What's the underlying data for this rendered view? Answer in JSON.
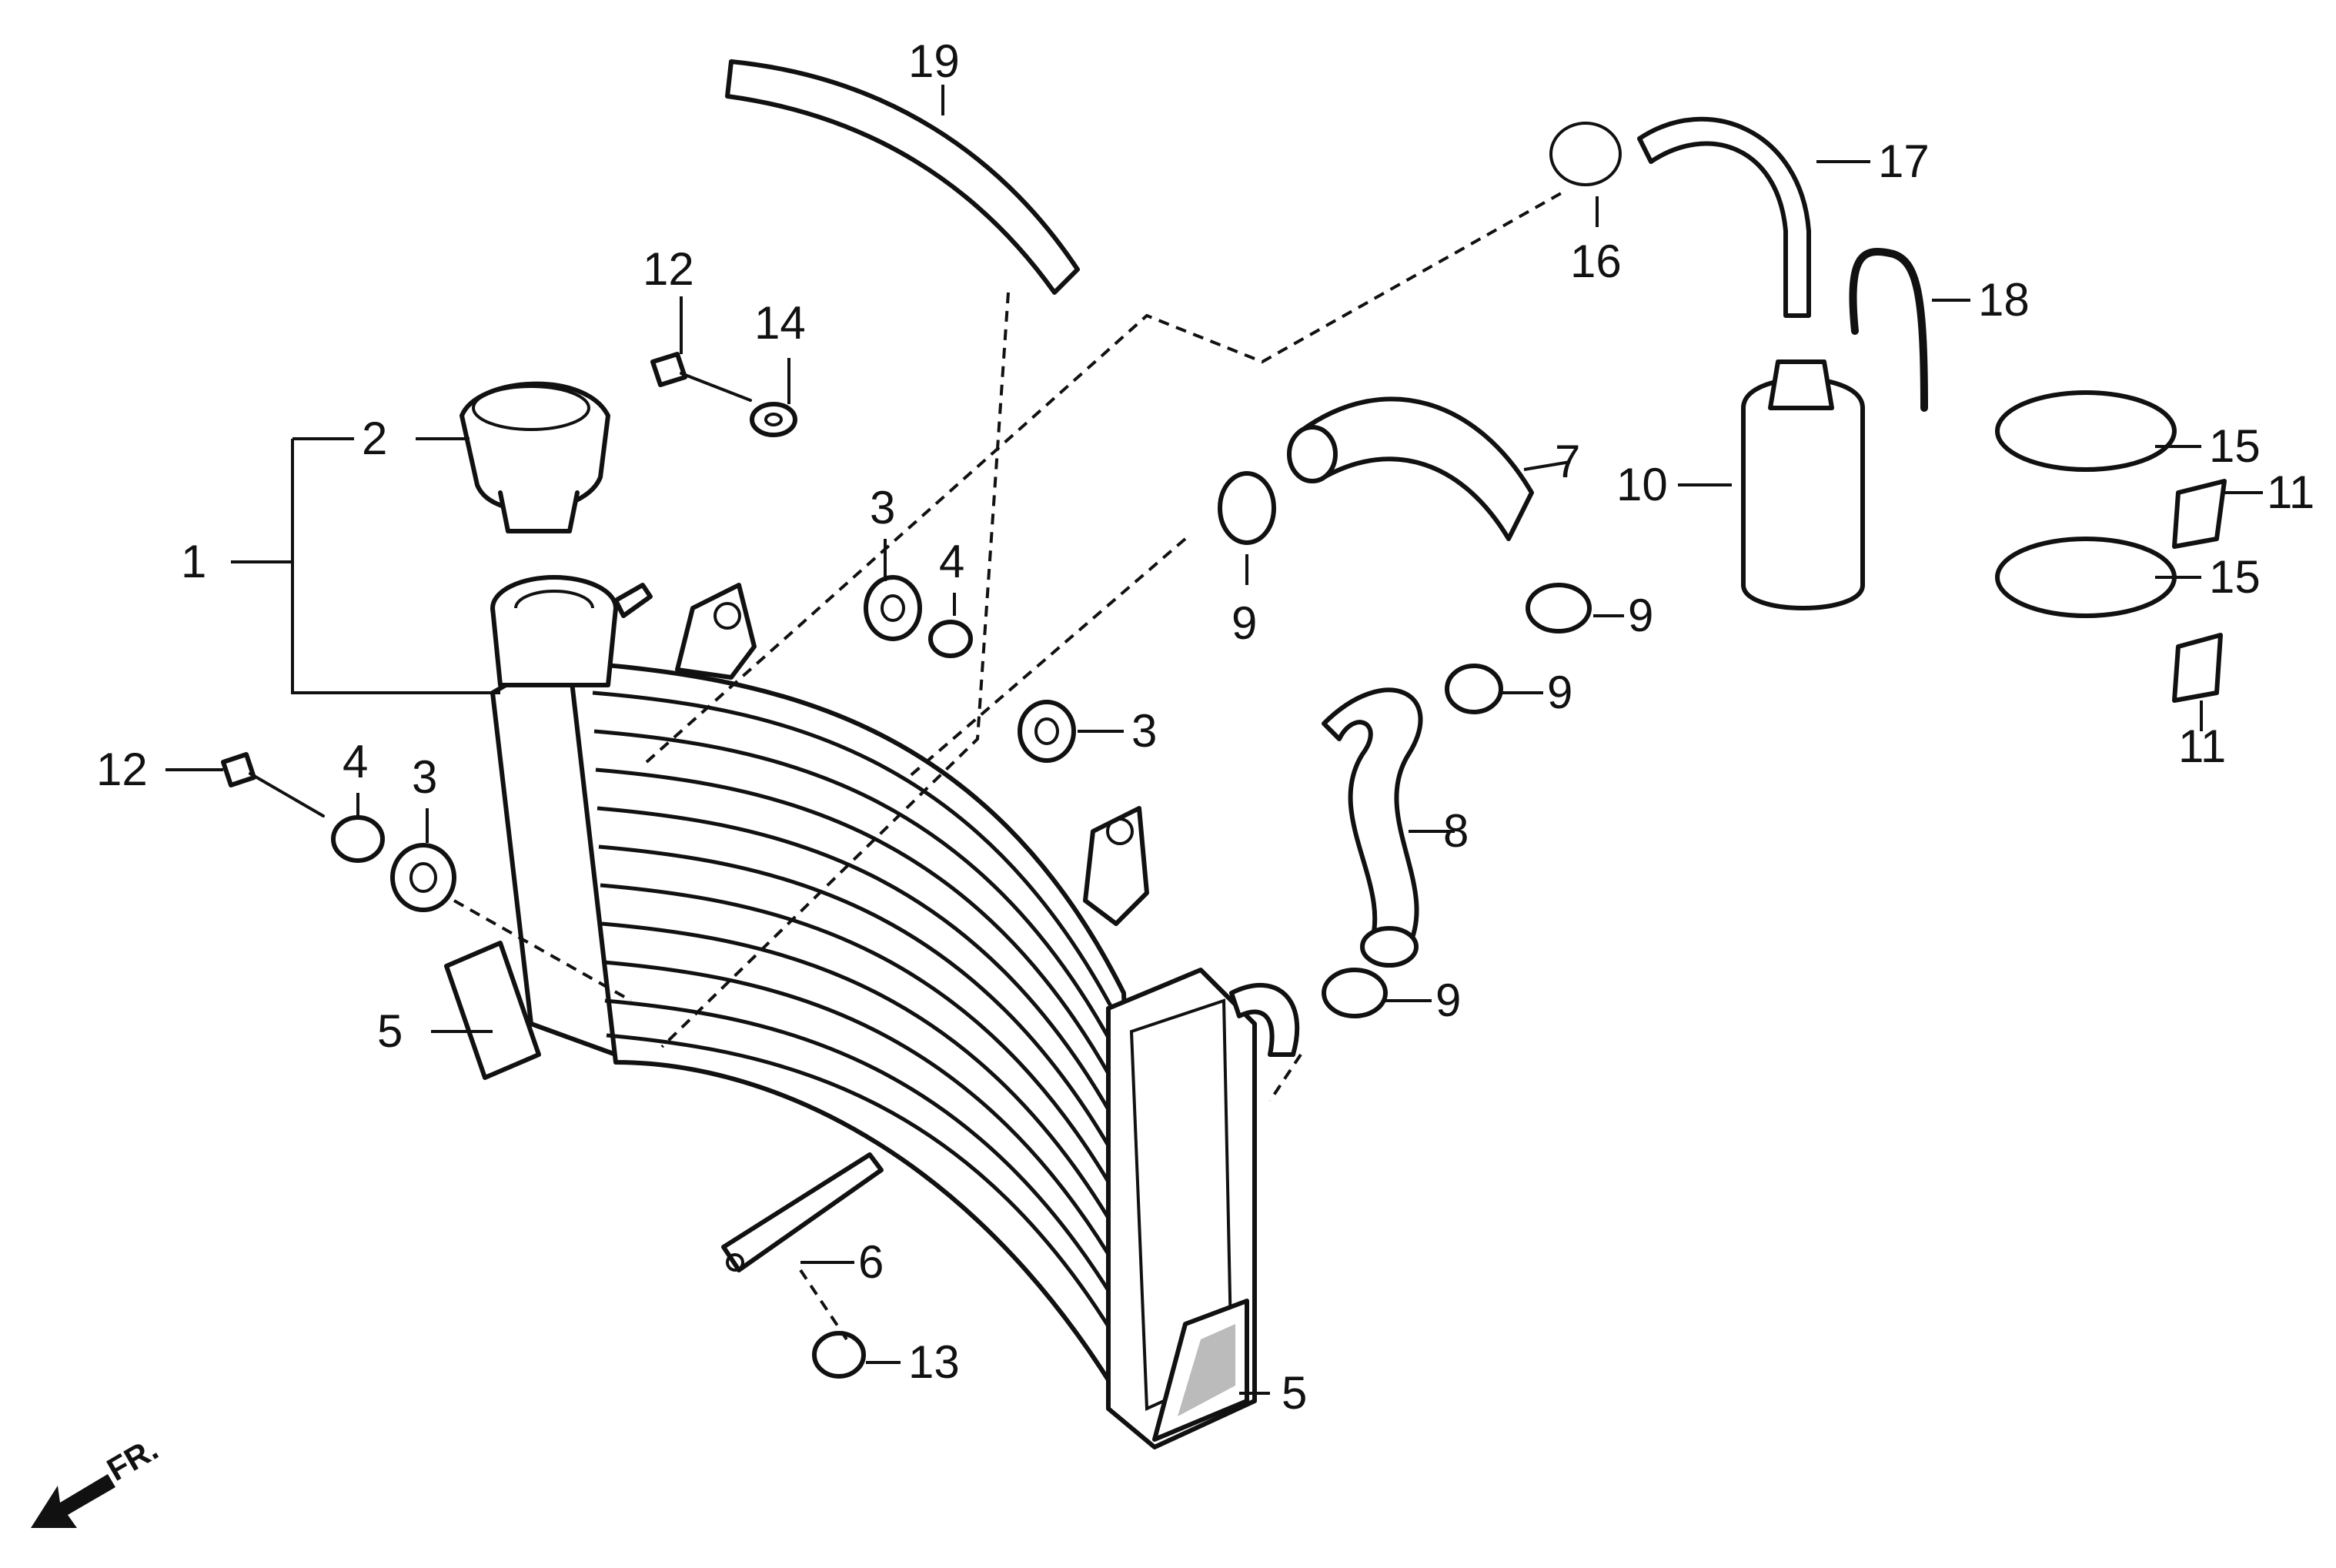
{
  "callouts": {
    "c1": "1",
    "c2": "2",
    "c3a": "3",
    "c3b": "3",
    "c3c": "3",
    "c4a": "4",
    "c4b": "4",
    "c5a": "5",
    "c5b": "5",
    "c6": "6",
    "c7": "7",
    "c8": "8",
    "c9a": "9",
    "c9b": "9",
    "c9c": "9",
    "c9d": "9",
    "c10": "10",
    "c11a": "11",
    "c11b": "11",
    "c12a": "12",
    "c12b": "12",
    "c13": "13",
    "c14": "14",
    "c15a": "15",
    "c15b": "15",
    "c16": "16",
    "c17": "17",
    "c18": "18",
    "c19": "19"
  },
  "front_marker": "FR."
}
